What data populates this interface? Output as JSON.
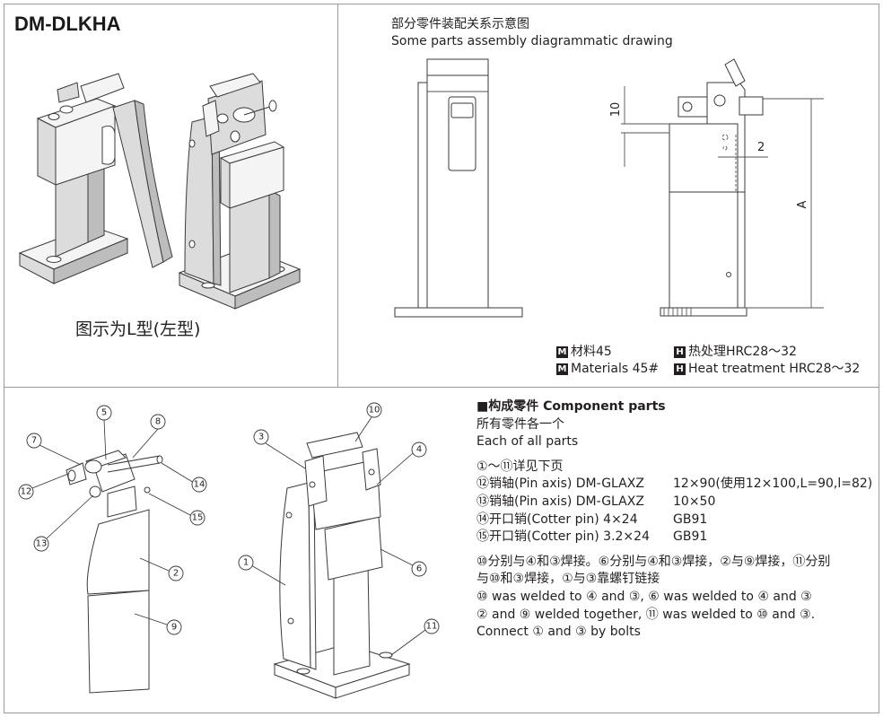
{
  "product": {
    "title": "DM-DLKHA",
    "caption": "图示为L型(左型)"
  },
  "diagram": {
    "title_cn": "部分零件装配关系示意图",
    "title_en": "Some parts assembly diagrammatic drawing",
    "dims": {
      "d10": "10",
      "d2": "2",
      "dA": "A"
    }
  },
  "materials": {
    "badge_m": "M",
    "badge_h": "H",
    "material_cn": "材料45",
    "heat_cn": "热处理HRC28～32",
    "material_en": "Materials 45#",
    "heat_en": "Heat treatment HRC28～32"
  },
  "components": {
    "heading": "■构成零件 Component parts",
    "all_cn": "所有零件各一个",
    "all_en": "Each of all parts",
    "see_next": "①～⑪详见下页",
    "rows": [
      {
        "name": "⑫销轴(Pin axis) DM-GLAXZ",
        "spec": "12×90(使用12×100,L=90,l=82)"
      },
      {
        "name": "⑬销轴(Pin axis) DM-GLAXZ",
        "spec": "10×50"
      },
      {
        "name": "⑭开口销(Cotter pin) 4×24",
        "spec": "GB91"
      },
      {
        "name": "⑮开口销(Cotter pin) 3.2×24",
        "spec": "GB91"
      }
    ],
    "weld_cn_1": "⑩分别与④和③焊接。⑥分别与④和③焊接，②与⑨焊接，⑪分别",
    "weld_cn_2": "与⑩和③焊接，①与③靠螺钉链接",
    "weld_en_1": "⑩ was welded to ④ and ③, ⑥ was welded to ④ and ③",
    "weld_en_2": "② and ⑨ welded together, ⑪ was welded to ⑩ and ③.",
    "weld_en_3": "Connect ① and ③ by bolts"
  },
  "callouts": {
    "c1": "1",
    "c2": "2",
    "c3": "3",
    "c4": "4",
    "c5": "5",
    "c6": "6",
    "c7": "7",
    "c8": "8",
    "c9": "9",
    "c10": "10",
    "c11": "11",
    "c12": "12",
    "c13": "13",
    "c14": "14",
    "c15": "15"
  }
}
